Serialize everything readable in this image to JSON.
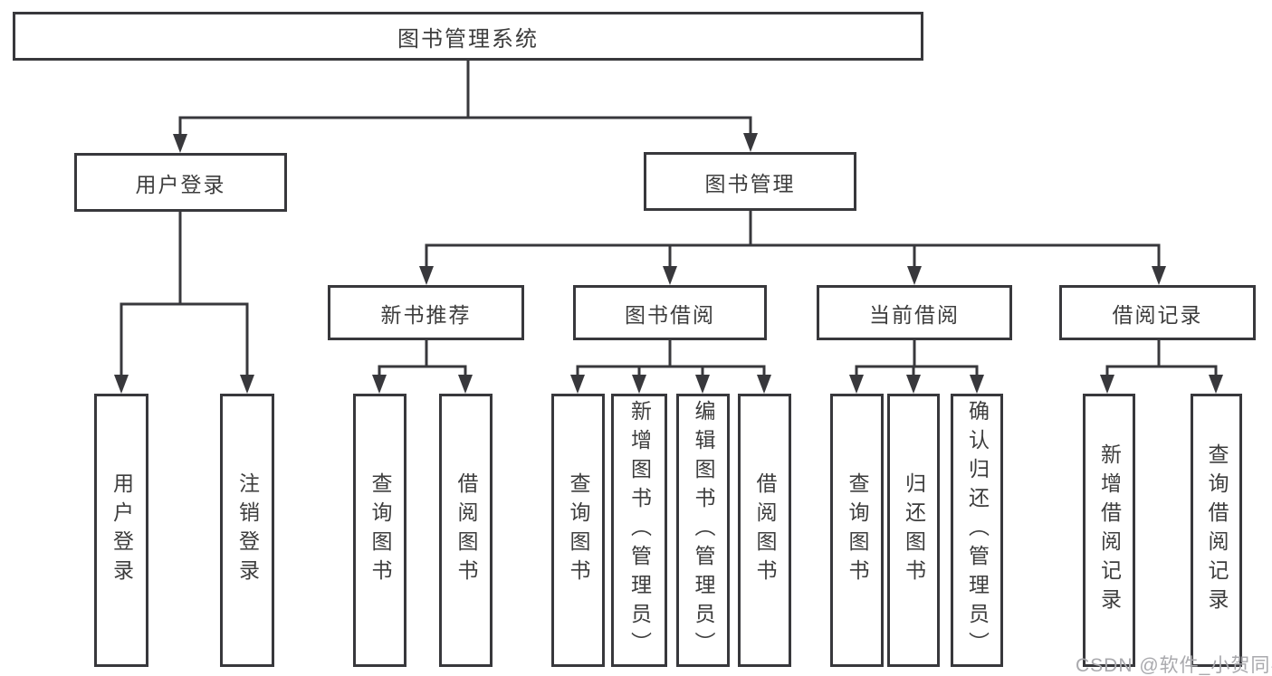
{
  "diagram": {
    "type": "hierarchy-tree",
    "colors": {
      "line": "#38383c",
      "box_border": "#38383c",
      "text": "#3d3d3d",
      "background": "#ffffff",
      "watermark_text_color": "#a9a9ad"
    },
    "tree": {
      "label": "图书管理系统",
      "children": [
        {
          "label": "用户登录",
          "children": [
            {
              "label": "用户登录"
            },
            {
              "label": "注销登录"
            }
          ]
        },
        {
          "label": "图书管理",
          "children": [
            {
              "label": "新书推荐",
              "children": [
                {
                  "label": "查询图书"
                },
                {
                  "label": "借阅图书"
                }
              ]
            },
            {
              "label": "图书借阅",
              "children": [
                {
                  "label": "查询图书"
                },
                {
                  "label": "新增图书（管理员）"
                },
                {
                  "label": "编辑图书（管理员）"
                },
                {
                  "label": "借阅图书"
                }
              ]
            },
            {
              "label": "当前借阅",
              "children": [
                {
                  "label": "查询图书"
                },
                {
                  "label": "归还图书"
                },
                {
                  "label": "确认归还（管理员）"
                }
              ]
            },
            {
              "label": "借阅记录",
              "children": [
                {
                  "label": "新增借阅记录"
                },
                {
                  "label": "查询借阅记录"
                }
              ]
            }
          ]
        }
      ]
    }
  },
  "watermark": {
    "text": "CSDN @软件_小贺同学"
  }
}
